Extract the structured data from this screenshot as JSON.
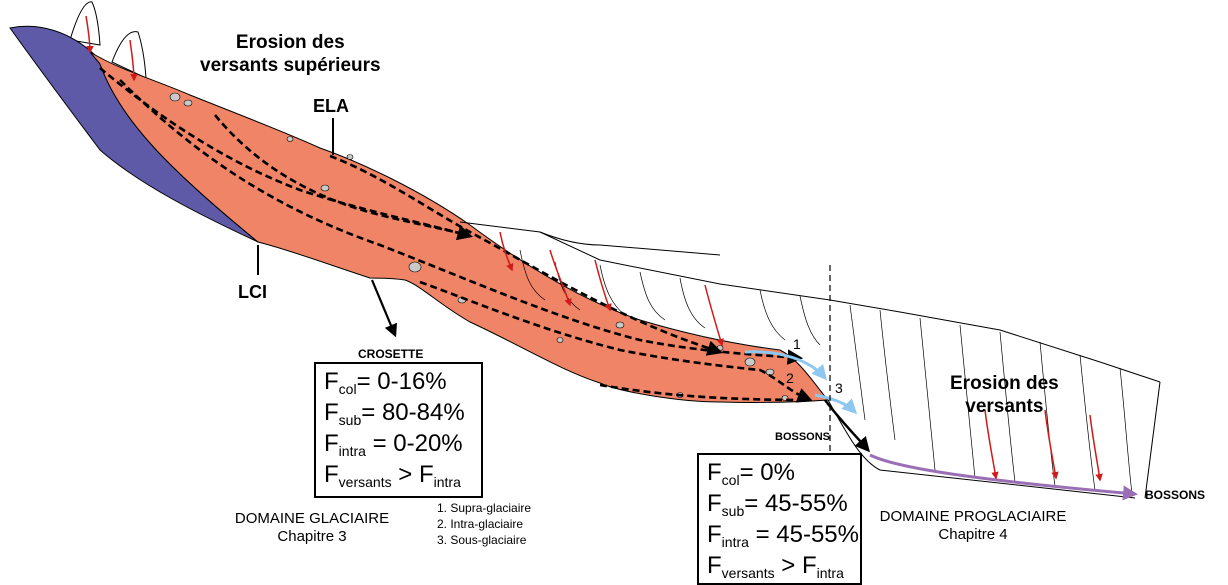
{
  "labels": {
    "erosion_upper": [
      "Erosion des",
      "versants supérieurs"
    ],
    "erosion_lower": [
      "Erosion des",
      "versants"
    ],
    "ela": "ELA",
    "lci": "LCI",
    "crosette": "CROSETTE",
    "bossons_glacier": "BOSSONS",
    "bossons_river": "BOSSONS",
    "path_1": "1",
    "path_2": "2",
    "path_3": "3"
  },
  "box_glaciaire": [
    {
      "symbol": "F",
      "sub": "col",
      "op": "=",
      "value": "0-16%"
    },
    {
      "symbol": "F",
      "sub": "sub",
      "op": "=",
      "value": "80-84%"
    },
    {
      "symbol": "F",
      "sub": "intra",
      "op": "=",
      "value": "0-20%"
    },
    {
      "symbol": "F",
      "sub": "versants",
      "op": ">",
      "value": "F",
      "value_sub": "intra"
    }
  ],
  "box_proglaciaire": [
    {
      "symbol": "F",
      "sub": "col",
      "op": "=",
      "value": "0%"
    },
    {
      "symbol": "F",
      "sub": "sub",
      "op": "=",
      "value": "45-55%"
    },
    {
      "symbol": "F",
      "sub": "intra",
      "op": "=",
      "value": "45-55%"
    },
    {
      "symbol": "F",
      "sub": "versants",
      "op": ">",
      "value": "F",
      "value_sub": "intra"
    }
  ],
  "domain_glaciaire": {
    "name": "DOMAINE GLACIAIRE",
    "chapter": "Chapitre 3"
  },
  "domain_proglaciaire": {
    "name": "DOMAINE PROGLACIAIRE",
    "chapter": "Chapitre 4"
  },
  "legend": [
    "1. Supra-glaciaire",
    "2. Intra-glaciaire",
    "3. Sous-glaciaire"
  ],
  "colors": {
    "bedrock": "#5e5aa8",
    "glacier": "#ef8466",
    "flow_path": "#000000",
    "rockfall_arrow": "#d11a1a",
    "meltwater": "#8ec7f0",
    "river": "#9a6fb5",
    "boulder": "#c9c9c9"
  }
}
